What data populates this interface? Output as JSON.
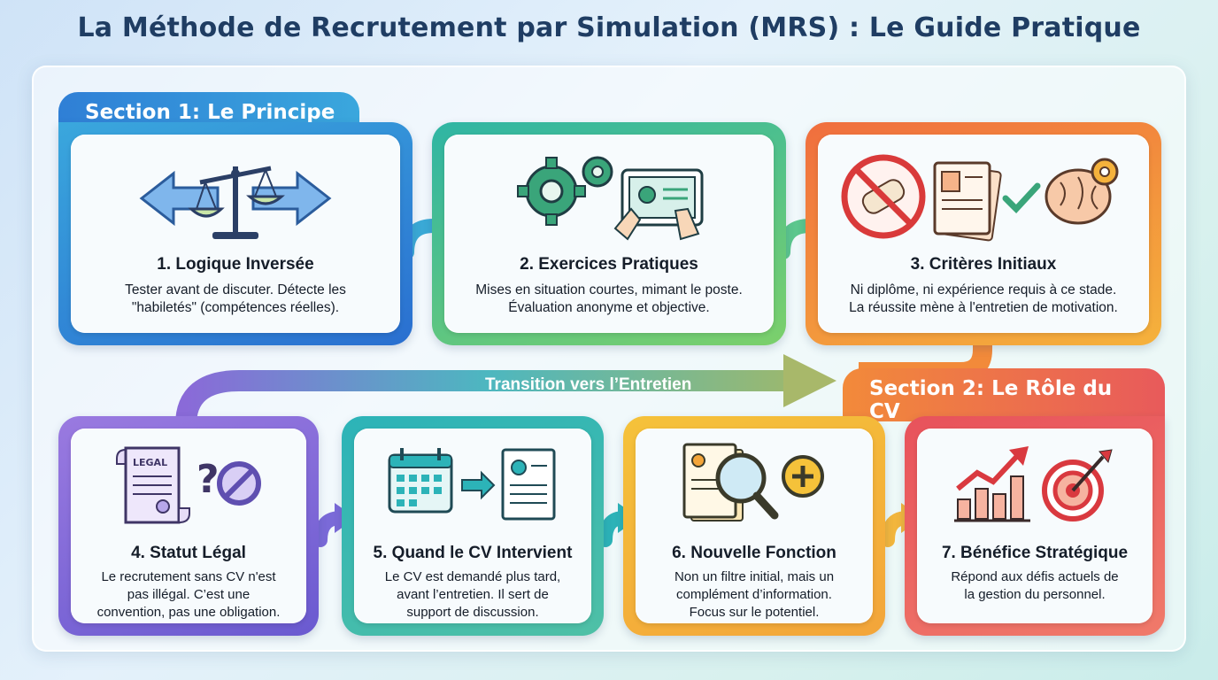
{
  "title": "La Méthode de Recrutement par Simulation (MRS) : Le Guide Pratique",
  "sections": [
    {
      "label": "Section 1: Le Principe"
    },
    {
      "label": "Section 2: Le Rôle du CV"
    }
  ],
  "transition": "Transition vers l’Entretien",
  "cards": [
    {
      "title": "1. Logique Inversée",
      "lines": [
        "Tester avant de discuter. Détecte les",
        "\"habiletés\" (compétences réelles)."
      ],
      "icon": "balance-arrows-icon"
    },
    {
      "title": "2. Exercices Pratiques",
      "lines": [
        "Mises en situation courtes, mimant le poste.",
        "Évaluation anonyme et objective."
      ],
      "icon": "gears-tablet-icon"
    },
    {
      "title": "3. Critères Initiaux",
      "lines": [
        "Ni diplôme, ni expérience requis à ce stade.",
        "La réussite mène à l'entretien de motivation."
      ],
      "icon": "no-diploma-brain-icon"
    },
    {
      "title": "4. Statut Légal",
      "lines": [
        "Le recrutement sans CV n'est",
        "pas illégal. C’est une",
        "convention, pas une obligation."
      ],
      "icon": "legal-scroll-icon",
      "scroll_label": "LEGAL"
    },
    {
      "title": "5. Quand le CV Intervient",
      "lines": [
        "Le CV est demandé plus tard,",
        "avant l’entretien. Il sert de",
        "support de discussion."
      ],
      "icon": "calendar-cv-icon"
    },
    {
      "title": "6. Nouvelle Fonction",
      "lines": [
        "Non un filtre initial, mais un",
        "complément d’information.",
        "Focus sur le potentiel."
      ],
      "icon": "magnifier-documents-icon"
    },
    {
      "title": "7. Bénéfice Stratégique",
      "lines": [
        "Répond aux défis actuels de",
        "la gestion du personnel."
      ],
      "icon": "growth-target-icon"
    }
  ],
  "colors": {
    "title": "#1f3d63",
    "blue": "#2f7fd6",
    "green": "#3fb99a",
    "orange": "#f07a3a",
    "purple": "#8a6ad8",
    "teal": "#2cb3b8",
    "yellow": "#f2c33d",
    "red": "#e8525b"
  }
}
